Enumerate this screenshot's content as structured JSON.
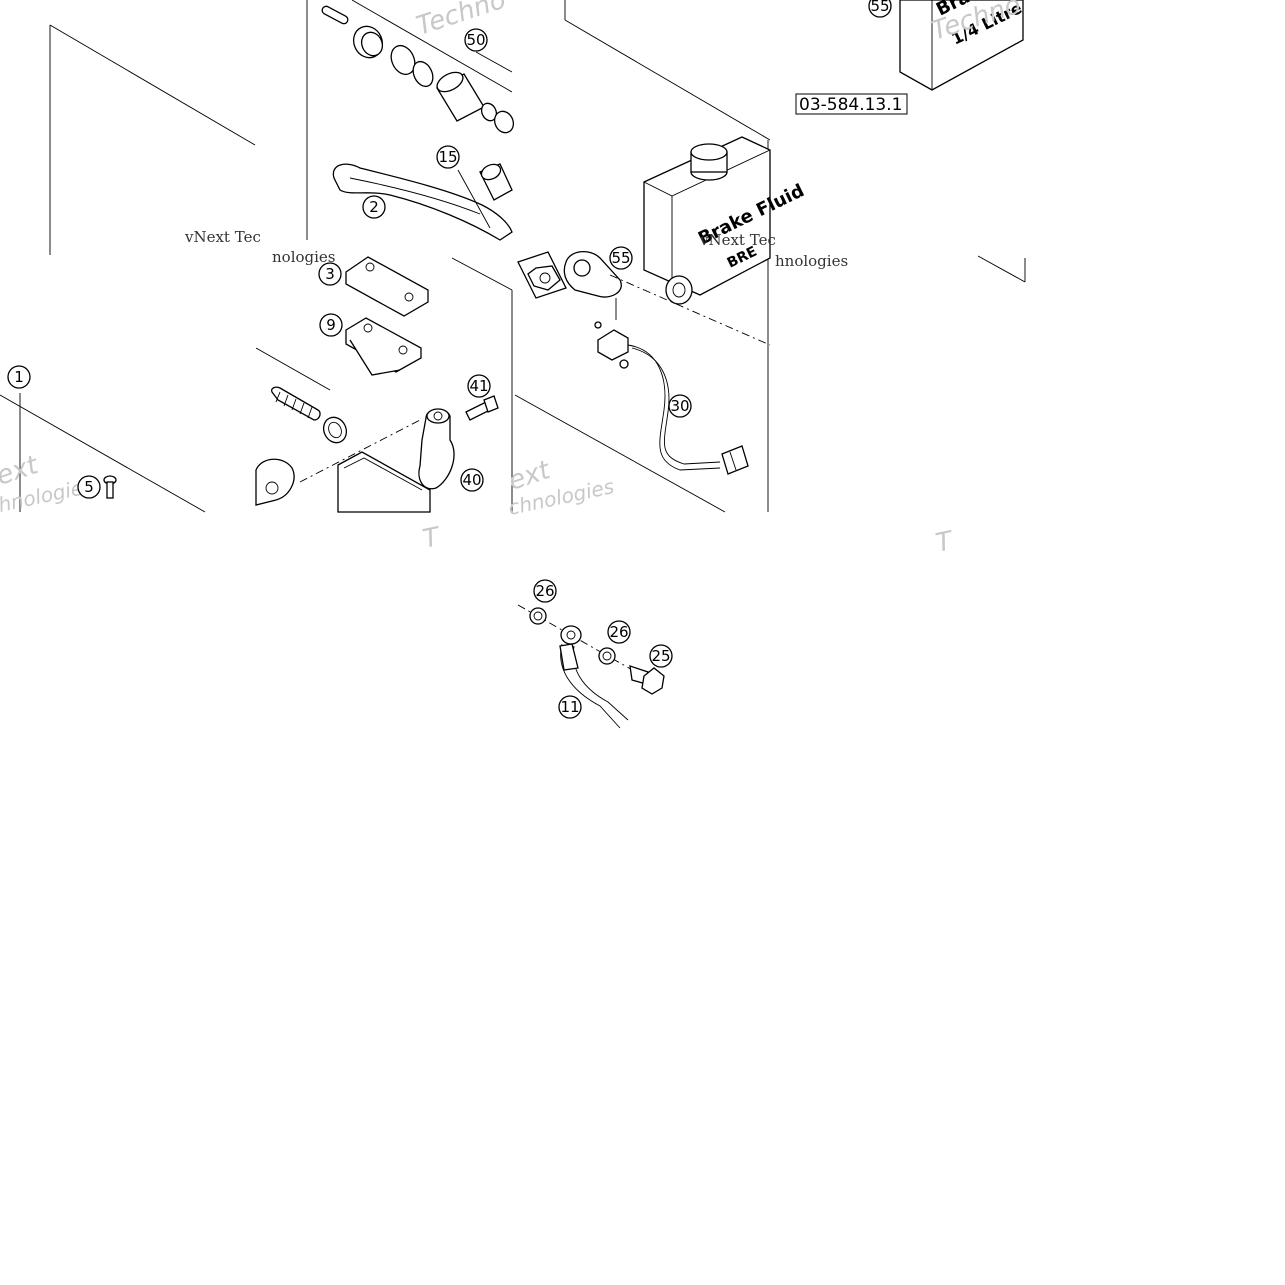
{
  "callouts": {
    "c50": "50",
    "c55a": "55",
    "c15": "15",
    "c2": "2",
    "c55b": "55",
    "c3": "3",
    "c9": "9",
    "c1": "1",
    "c41": "41",
    "c30": "30",
    "c5": "5",
    "c40": "40",
    "c26a": "26",
    "c26b": "26",
    "c25": "25",
    "c11": "11"
  },
  "reference_code": "03-584.13.1",
  "bottle_labels": {
    "top_text": "Bra",
    "top_text2": "1/4 Litre",
    "reservoir_text": "Brake Fluid",
    "reservoir_text2": "BRE"
  },
  "watermarks": {
    "w1": "Techno",
    "w2": "Techno",
    "w3": "vNext Tec",
    "w4": "nologies",
    "w5": "vNext Tec",
    "w6": "hnologies",
    "w7": "ext",
    "w8": "hnologies",
    "w9": "ext",
    "w10": "chnologies",
    "w11": "T",
    "w12": "T"
  }
}
